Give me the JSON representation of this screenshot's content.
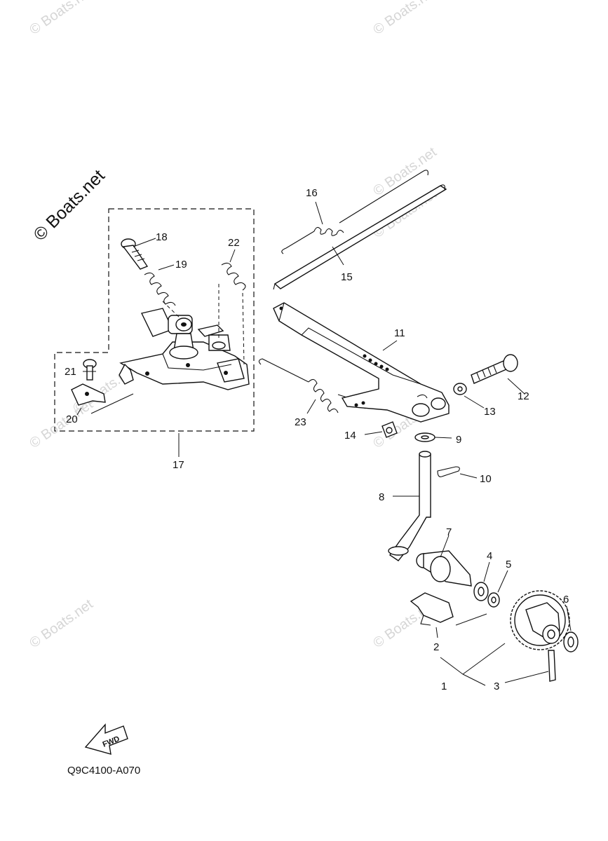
{
  "watermarks": [
    "© Boats.net",
    "© Boats.net",
    "© Boats.net",
    "© Boats.net",
    "© Boats.net",
    "© Boats.net",
    "© Boats.net",
    "© Boats.net",
    "© Boats.net"
  ],
  "main_watermark": "© Boats.net",
  "callouts": [
    "1",
    "2",
    "3",
    "4",
    "5",
    "6",
    "7",
    "8",
    "9",
    "10",
    "11",
    "12",
    "13",
    "14",
    "15",
    "16",
    "17",
    "18",
    "19",
    "20",
    "21",
    "22",
    "23"
  ],
  "fwd_label": "FWD",
  "diagram_code": "Q9C4100-A070"
}
